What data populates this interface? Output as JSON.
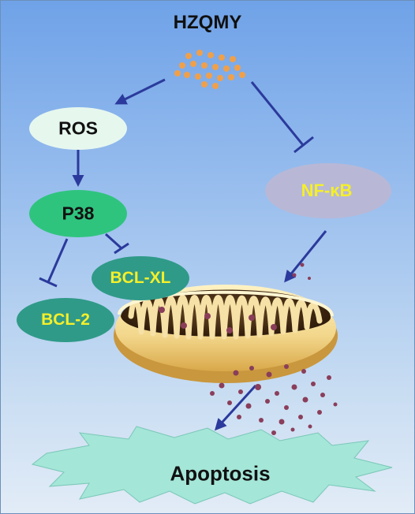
{
  "title": "HZQMY",
  "nodes": {
    "ros": "ROS",
    "p38": "P38",
    "bcl_xl": "BCL-XL",
    "bcl_2": "BCL-2",
    "nf_kb": "NF-κB",
    "apoptosis": "Apoptosis"
  },
  "colors": {
    "background_top": "#6fa2e8",
    "background_bottom": "#e2ecf7",
    "arrow": "#2b3a9c",
    "ros_fill": "#e6f7ee",
    "p38_fill": "#2fc47e",
    "bcl_fill": "#2f9a88",
    "nfkb_fill": "#b8b8d6",
    "label_yellow": "#f5ef2a",
    "apoptosis_fill": "#a4e6d8",
    "particles": "#f0a04a",
    "vesicles": "#8a3e5a"
  }
}
